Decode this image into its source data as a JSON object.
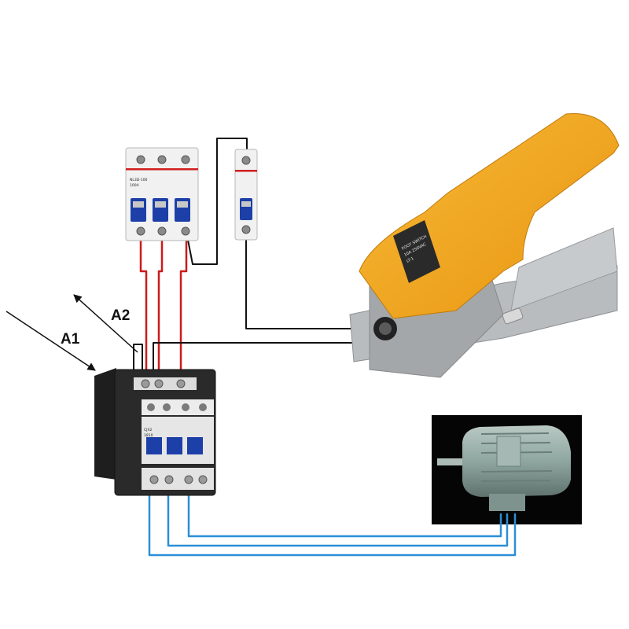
{
  "labels": {
    "coil_a1": "A1",
    "coil_a2": "A2"
  },
  "devices": {
    "breaker_3p": {
      "name": "three-pole circuit breaker",
      "text": "NL3D-100",
      "subtext": "100A"
    },
    "breaker_1p": {
      "name": "single-pole circuit breaker"
    },
    "contactor": {
      "name": "AC contactor",
      "text": "CJX2",
      "subtext": "1810"
    },
    "foot_switch": {
      "name": "foot pedal switch",
      "nameplate": [
        "FOOT SWITCH",
        "10A 250VAC",
        "LT-1"
      ]
    },
    "motor": {
      "name": "three-phase motor"
    }
  },
  "colors": {
    "supply_wire": "#cc1a1a",
    "control_wire": "#111111",
    "motor_wire": "#2b8fd6",
    "switch_body": "#f2a91e",
    "switch_base": "#b9bcbf",
    "contactor_body": "#2a2a2a",
    "module_blue": "#1c3fa8",
    "motor_body": "#8fa6a0",
    "motor_backdrop": "#050505"
  }
}
